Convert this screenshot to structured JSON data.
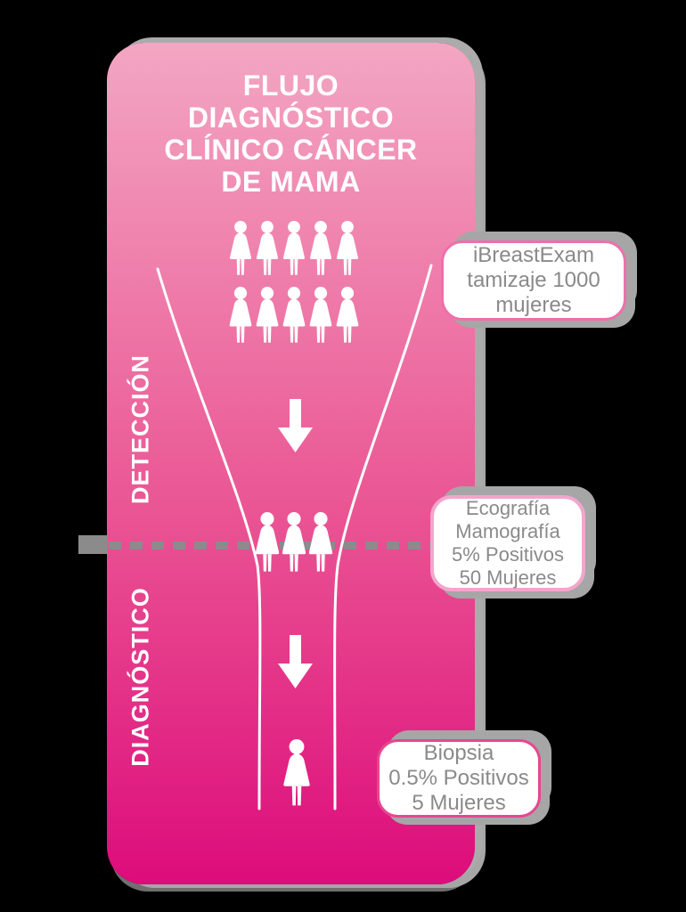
{
  "title": {
    "lines": [
      "FLUJO",
      "DIAGNÓSTICO",
      "CLÍNICO CÁNCER",
      "DE MAMA"
    ]
  },
  "stages": [
    {
      "label": "DETECCIÓN"
    },
    {
      "label": "DIAGNÓSTICO"
    }
  ],
  "funnel_stages": [
    {
      "group": "tamizaje",
      "women_icons": 10,
      "callout_lines": [
        "iBreastExam",
        "tamizaje 1000",
        "mujeres"
      ]
    },
    {
      "group": "positivos-imagen",
      "women_icons": 3,
      "callout_lines": [
        "Ecografía",
        "Mamografía",
        "5% Positivos",
        "50 Mujeres"
      ]
    },
    {
      "group": "confirmados-biopsia",
      "women_icons": 1,
      "callout_lines": [
        "Biopsia",
        "0.5% Positivos",
        "5 Mujeres"
      ]
    }
  ],
  "colors": {
    "card_gradient_top": "#F3A6C2",
    "card_gradient_mid": "#EA5694",
    "card_gradient_bottom": "#DD0C7B",
    "callout_border_1": "#EE6FAC",
    "callout_border_2": "#F2A6CB",
    "callout_border_3": "#E8468F",
    "callout_text": "#8A8A8A",
    "dash_gray": "#8B8B8B",
    "figure_white": "#FFFFFF",
    "background": "#000000"
  }
}
